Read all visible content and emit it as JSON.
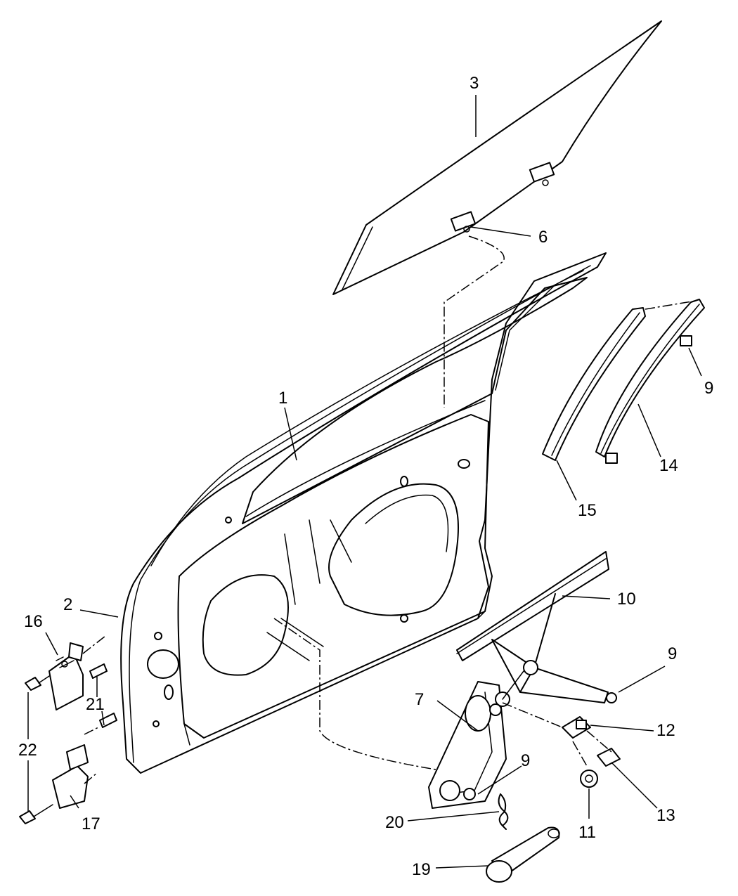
{
  "callouts": [
    {
      "id": "c1",
      "label": "1"
    },
    {
      "id": "c2",
      "label": "2"
    },
    {
      "id": "c3",
      "label": "3"
    },
    {
      "id": "c6",
      "label": "6"
    },
    {
      "id": "c7",
      "label": "7"
    },
    {
      "id": "c9a",
      "label": "9"
    },
    {
      "id": "c9b",
      "label": "9"
    },
    {
      "id": "c9c",
      "label": "9"
    },
    {
      "id": "c10",
      "label": "10"
    },
    {
      "id": "c11",
      "label": "11"
    },
    {
      "id": "c12",
      "label": "12"
    },
    {
      "id": "c13",
      "label": "13"
    },
    {
      "id": "c14",
      "label": "14"
    },
    {
      "id": "c15",
      "label": "15"
    },
    {
      "id": "c16",
      "label": "16"
    },
    {
      "id": "c17",
      "label": "17"
    },
    {
      "id": "c19",
      "label": "19"
    },
    {
      "id": "c20",
      "label": "20"
    },
    {
      "id": "c21",
      "label": "21"
    },
    {
      "id": "c22",
      "label": "22"
    }
  ],
  "colors": {
    "line": "#000000",
    "background": "#ffffff"
  }
}
